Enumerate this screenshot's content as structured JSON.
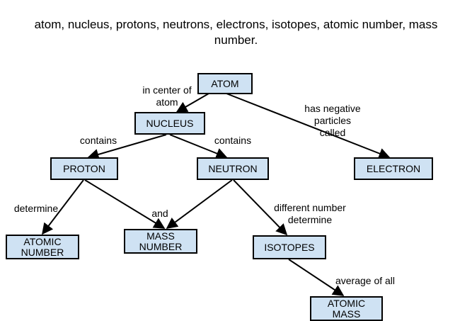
{
  "heading": "atom, nucleus, protons, neutrons, electrons, isotopes, atomic number, mass number.",
  "nodes": {
    "atom": "ATOM",
    "nucleus": "NUCLEUS",
    "proton": "PROTON",
    "neutron": "NEUTRON",
    "electron": "ELECTRON",
    "atomic_number": "ATOMIC\nNUMBER",
    "mass_number": "MASS\nNUMBER",
    "isotopes": "ISOTOPES",
    "atomic_mass": "ATOMIC\nMASS"
  },
  "edge_labels": {
    "atom_nucleus": "in center of\natom",
    "atom_electron": "has negative\nparticles\ncalled",
    "nucleus_proton": "contains",
    "nucleus_neutron": "contains",
    "proton_atomic_number": "determine",
    "mass_and": "and",
    "neutron_isotopes": "different number\ndetermine",
    "isotopes_atomic_mass": "average of all"
  },
  "colors": {
    "node_fill": "#cfe2f3",
    "border": "#000000"
  }
}
